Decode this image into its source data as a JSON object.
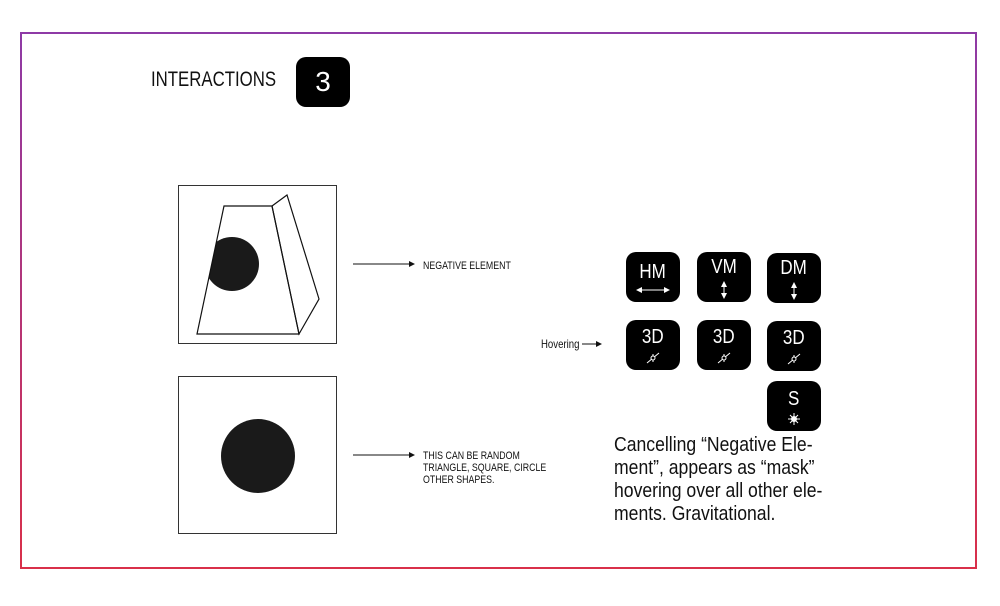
{
  "header": {
    "title": "INTERACTIONS",
    "number": "3"
  },
  "labels": {
    "negative": "NEGATIVE ELEMENT",
    "random": [
      "THIS CAN BE RANDOM",
      "TRIANGLE, SQUARE, CIRCLE",
      "OTHER SHAPES."
    ],
    "hovering": "Hovering"
  },
  "buttons": [
    {
      "label": "HM",
      "icon": "horizontal-arrow-icon"
    },
    {
      "label": "VM",
      "icon": "vertical-arrow-icon"
    },
    {
      "label": "DM",
      "icon": "vertical-arrow-icon"
    },
    {
      "label": "3D",
      "icon": "axis-icon"
    },
    {
      "label": "3D",
      "icon": "axis-icon"
    },
    {
      "label": "3D",
      "icon": "axis-icon"
    },
    {
      "label": "S",
      "icon": "sun-icon"
    }
  ],
  "description": "Cancelling “Negative Ele-ment”, appears as “mask” hovering over all other ele-ments. Gravitational."
}
